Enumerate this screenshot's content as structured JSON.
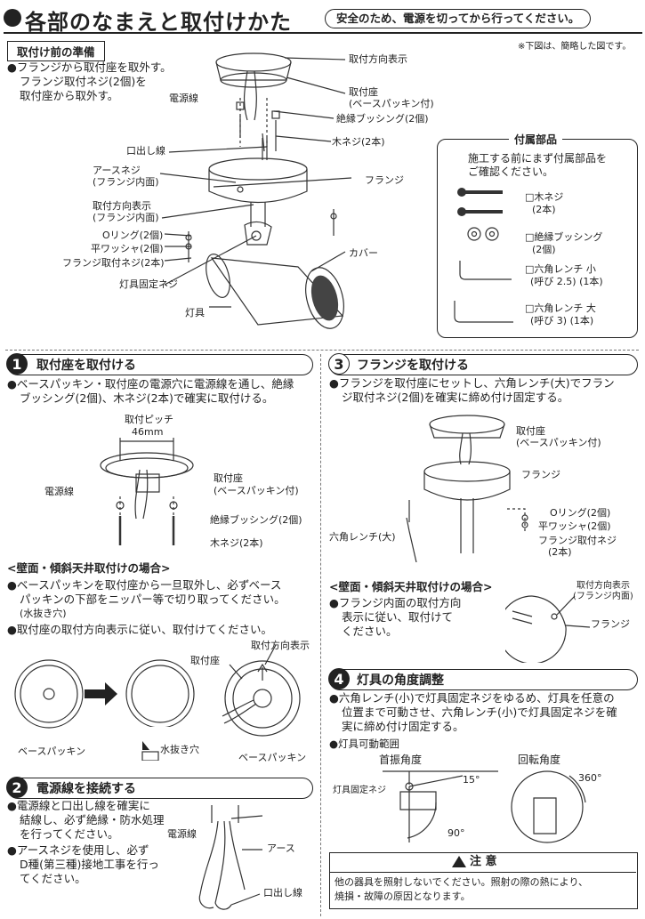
{
  "header": {
    "title": "各部のなまえと取付けかた",
    "safety": "安全のため、電源を切ってから行ってください。",
    "note": "※下図は、簡略した図です。"
  },
  "prep": {
    "heading": "取付け前の準備",
    "text1": "●フランジから取付座を取外す。",
    "text2": "フランジ取付ネジ(2個)を",
    "text3": "取付座から取外す。"
  },
  "labels": {
    "mount_dir": "取付方向表示",
    "power_wire": "電源線",
    "mount_seat": "取付座",
    "base_packing": "(ベースパッキン付)",
    "bushing2": "絶縁ブッシング(2個)",
    "wood_screw2": "木ネジ(2本)",
    "outlet_wire": "口出し線",
    "earth_screw": "アースネジ",
    "flange_inside": "(フランジ内面)",
    "flange": "フランジ",
    "mount_dir2": "取付方向表示",
    "flange_inside2": "(フランジ内面)",
    "oring": "Oリング(2個)",
    "washer": "平ワッシャ(2個)",
    "flange_screw": "フランジ取付ネジ(2本)",
    "cover": "カバー",
    "fix_screw": "灯具固定ネジ",
    "lamp": "灯具"
  },
  "parts": {
    "title": "付属部品",
    "intro1": "施工する前にまず付属部品を",
    "intro2": "ご確認ください。",
    "items": [
      {
        "name": "□木ネジ",
        "qty": "(2本)"
      },
      {
        "name": "□絶縁ブッシング",
        "qty": "(2個)"
      },
      {
        "name": "□六角レンチ 小",
        "qty": "(呼び 2.5) (1本)"
      },
      {
        "name": "□六角レンチ 大",
        "qty": "(呼び 3) (1本)"
      }
    ]
  },
  "s1": {
    "num": "1",
    "title": "取付座を取付ける",
    "text1": "●ベースパッキン・取付座の電源穴に電源線を通し、絶縁",
    "text2": "ブッシング(2個)、木ネジ(2本)で確実に取付ける。",
    "pitch_label": "取付ピッチ",
    "pitch_value": "46mm",
    "seat": "取付座",
    "packing": "(ベースパッキン付)",
    "power": "電源線",
    "bushing": "絶縁ブッシング(2個)",
    "screw": "木ネジ(2本)",
    "wall_title": "<壁面・傾斜天井取付けの場合>",
    "wall1": "●ベースパッキンを取付座から一旦取外し、必ずベース",
    "wall2": "パッキンの下部をニッパー等で切り取ってください。",
    "wall3": "(水抜き穴)",
    "wall4": "●取付座の取付方向表示に従い、取付けてください。",
    "dir": "取付方向表示",
    "seat2": "取付座",
    "packing_a": "ベースパッキン",
    "drain": "水抜き穴",
    "packing_b": "ベースパッキン"
  },
  "s2": {
    "num": "2",
    "title": "電源線を接続する",
    "t1": "●電源線と口出し線を確実に",
    "t2": "結線し、必ず絶縁・防水処理",
    "t3": "を行ってください。",
    "t4": "●アースネジを使用し、必ず",
    "t5": "D種(第三種)接地工事を行っ",
    "t6": "てください。",
    "power": "電源線",
    "earth": "アース",
    "outlet": "口出し線"
  },
  "s3": {
    "num": "3",
    "title": "フランジを取付ける",
    "text1": "●フランジを取付座にセットし、六角レンチ(大)でフラン",
    "text2": "ジ取付ネジ(2個)を確実に締め付け固定する。",
    "seat": "取付座",
    "packing": "(ベースパッキン付)",
    "flange": "フランジ",
    "wrench": "六角レンチ(大)",
    "oring": "Oリング(2個)",
    "washer": "平ワッシャ(2個)",
    "screw": "フランジ取付ネジ",
    "screw_qty": "(2本)",
    "wall_title": "<壁面・傾斜天井取付けの場合>",
    "wall1": "●フランジ内面の取付方向",
    "wall2": "表示に従い、取付けて",
    "wall3": "ください。",
    "dir": "取付方向表示",
    "dir2": "(フランジ内面)",
    "flange2": "フランジ"
  },
  "s4": {
    "num": "4",
    "title": "灯具の角度調整",
    "text1": "●六角レンチ(小)で灯具固定ネジをゆるめ、灯具を任意の",
    "text2": "位置まで可動させ、六角レンチ(小)で灯具固定ネジを確",
    "text3": "実に締め付け固定する。",
    "range": "●灯具可動範囲",
    "tilt": "首振角度",
    "rot": "回転角度",
    "fix": "灯具固定ネジ",
    "a15": "15°",
    "a90": "90°",
    "a360": "360°"
  },
  "caution": {
    "title": "注 意",
    "t1": "他の器具を照射しないでください。照射の際の熱により、",
    "t2": "焼損・故障の原因となります。"
  }
}
